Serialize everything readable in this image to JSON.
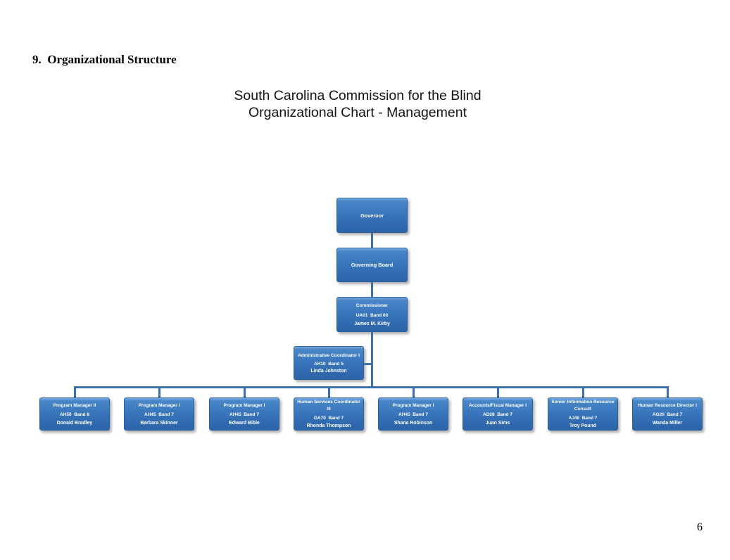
{
  "page": {
    "heading": "9.  Organizational Structure",
    "page_number": "6"
  },
  "chart": {
    "type": "org-chart",
    "title_line1": "South Carolina Commission for the Blind",
    "title_line2": "Organizational Chart - Management",
    "colors": {
      "box_fill_top": "#4a87c8",
      "box_fill_bottom": "#2e64a8",
      "box_border": "#2d5f9f",
      "connector": "#3a71ae",
      "box_text": "#ffffff"
    },
    "nodes": {
      "governor": {
        "title": "Governor"
      },
      "governing_board": {
        "title": "Governing Board"
      },
      "commissioner": {
        "title": "Commissioner",
        "code": "UA01  Band 00",
        "name": "James M. Kirby"
      },
      "admin_coordinator": {
        "title": "Administrative Coordinator I",
        "code": "AH10  Band 5",
        "name": "Linda Johnston"
      }
    },
    "reports": [
      {
        "title": "Program Manager II",
        "code": "AH50  Band 8",
        "name": "Donald Bradley"
      },
      {
        "title": "Program Manager I",
        "code": "AH45  Band 7",
        "name": "Barbara Skinner"
      },
      {
        "title": "Program Manager I",
        "code": "AH45  Band 7",
        "name": "Edward Bible"
      },
      {
        "title": "Human Services Coordinator III",
        "code": "GA70  Band 7",
        "name": "Rhonda Thompson"
      },
      {
        "title": "Program Manager I",
        "code": "AH45  Band 7",
        "name": "Shana Robinson"
      },
      {
        "title": "Accounts/Fiscal Manager I",
        "code": "AD28  Band 7",
        "name": "Juan Sims"
      },
      {
        "title": "Senior Information Resource Consult",
        "code": "AJ46  Band 7",
        "name": "Troy Pound"
      },
      {
        "title": "Human Resource Director I",
        "code": "AG20  Band 7",
        "name": "Wanda Miller"
      }
    ]
  }
}
